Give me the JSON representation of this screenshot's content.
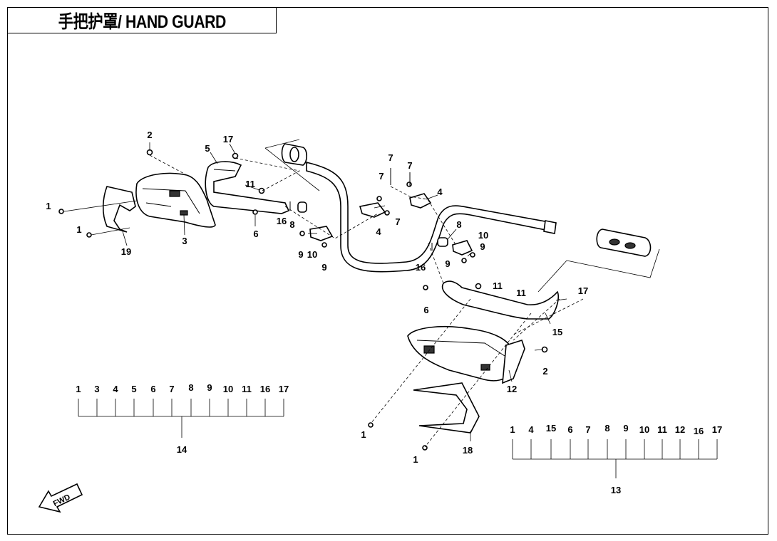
{
  "title": "手把护罩/ HAND GUARD",
  "callouts": [
    {
      "label": "2"
    },
    {
      "label": "5"
    },
    {
      "label": "17"
    },
    {
      "label": "11"
    },
    {
      "label": "1"
    },
    {
      "label": "1"
    },
    {
      "label": "19"
    },
    {
      "label": "3"
    },
    {
      "label": "6"
    },
    {
      "label": "16"
    },
    {
      "label": "8"
    },
    {
      "label": "9"
    },
    {
      "label": "10"
    },
    {
      "label": "9"
    },
    {
      "label": "7"
    },
    {
      "label": "7"
    },
    {
      "label": "7"
    },
    {
      "label": "4"
    },
    {
      "label": "7"
    },
    {
      "label": "4"
    },
    {
      "label": "8"
    },
    {
      "label": "10"
    },
    {
      "label": "9"
    },
    {
      "label": "9"
    },
    {
      "label": "16"
    },
    {
      "label": "11"
    },
    {
      "label": "11"
    },
    {
      "label": "17"
    },
    {
      "label": "6"
    },
    {
      "label": "15"
    },
    {
      "label": "2"
    },
    {
      "label": "12"
    },
    {
      "label": "1"
    },
    {
      "label": "1"
    },
    {
      "label": "18"
    }
  ],
  "kits": [
    {
      "name": "14",
      "items": [
        "1",
        "3",
        "4",
        "5",
        "6",
        "7",
        "8",
        "9",
        "10",
        "11",
        "16",
        "17"
      ]
    },
    {
      "name": "13",
      "items": [
        "1",
        "4",
        "15",
        "6",
        "7",
        "8",
        "9",
        "10",
        "11",
        "12",
        "16",
        "17"
      ]
    }
  ],
  "fwd_label": "FWD"
}
